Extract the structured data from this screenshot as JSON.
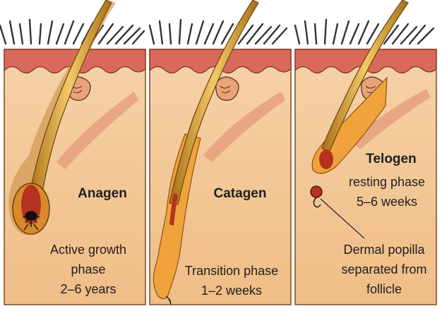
{
  "panels": [
    {
      "title": "Anagen",
      "caption": [
        "Active growth",
        "phase",
        "2–6 years"
      ]
    },
    {
      "title": "Catagen",
      "caption": [
        "Transition phase",
        "1–2 weeks"
      ]
    },
    {
      "title": "Telogen",
      "caption": [
        "resting phase",
        "5–6 weeks"
      ],
      "callout": [
        "Dermal popilla",
        "separated from",
        "follicle"
      ]
    }
  ],
  "colors": {
    "skin_top": "#d9695a",
    "dermis": "#f4c79a",
    "dermis_dark": "#eab27b",
    "hair": "#dba43c",
    "hair_dark": "#a86f16",
    "follicle_core": "#b4321f",
    "outline": "#3a2412"
  }
}
